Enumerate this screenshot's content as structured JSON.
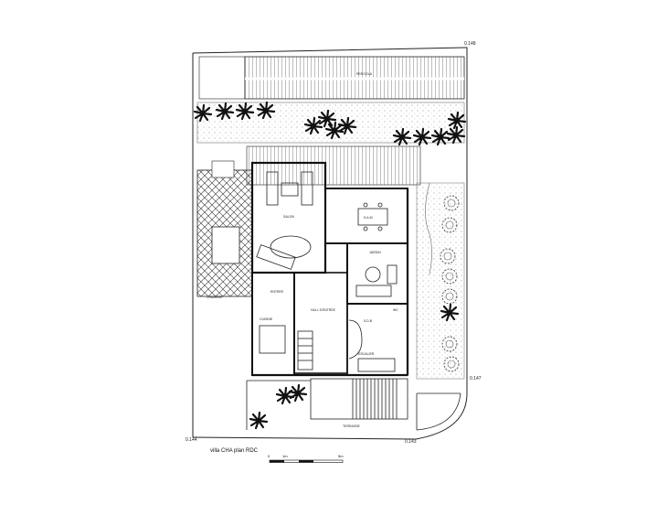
{
  "drawing": {
    "title": "villa CHA plan RDC",
    "scale_ticks": [
      "0",
      "1m",
      "5m"
    ],
    "levels": {
      "top_right": "0.148",
      "right": "0.147",
      "bottom_left": "0.144",
      "bottom_mid": "0.143"
    },
    "rooms": {
      "pergola": "PERGOLA",
      "salon": "SALON",
      "salle_a_manger": "S.A.M",
      "hall": "HALL D'ENTREE",
      "cuisine": "CUISINE",
      "entree": "ENTREE",
      "jardin": "JARDIN",
      "wc": "WC",
      "sdb": "S.D.B",
      "escalier": "ESCALIER",
      "chambre": "CHAMBRE",
      "terrasse": "TERRASSE"
    }
  }
}
